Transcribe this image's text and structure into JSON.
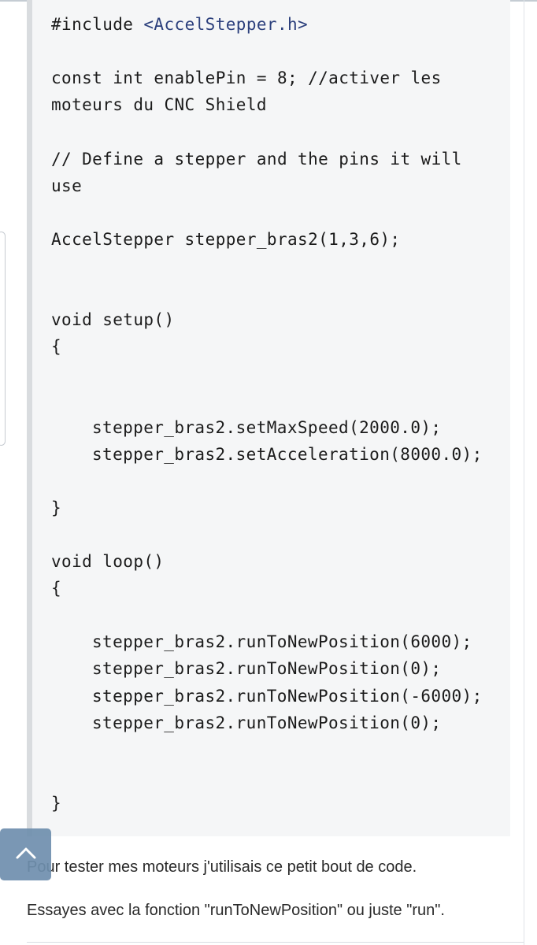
{
  "code": {
    "include_prefix": "#include ",
    "include_header": "<AccelStepper.h>",
    "lines": [
      "const int enablePin = 8; //activer les",
      "moteurs du CNC Shield",
      "// Define a stepper and the pins it will",
      "use",
      "AccelStepper stepper_bras2(1,3,6);",
      "void setup()",
      "{",
      "stepper_bras2.setMaxSpeed(2000.0);",
      "stepper_bras2.setAcceleration(8000.0);",
      "}",
      "void loop()",
      "{",
      "stepper_bras2.runToNewPosition(6000);",
      "stepper_bras2.runToNewPosition(0);",
      "stepper_bras2.runToNewPosition(-6000);",
      "stepper_bras2.runToNewPosition(0);",
      "}"
    ]
  },
  "post": {
    "paragraph_1": "Pour tester mes moteurs j'utilisais ce petit bout de code.",
    "paragraph_2": "Essayes avec la fonction \"runToNewPosition\" ou juste \"run\"."
  },
  "icons": {
    "scroll_top": "chevron-up-icon"
  }
}
